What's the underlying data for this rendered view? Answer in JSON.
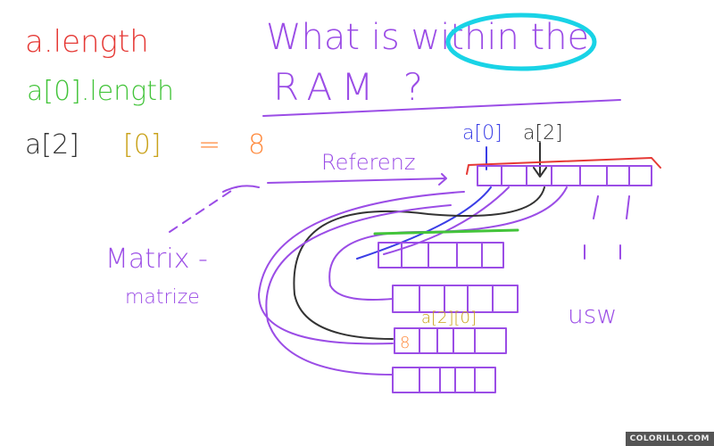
{
  "board": {
    "a_length": "a.length",
    "a0_length": "a[0].length",
    "a2": "a[2]",
    "idx0": "[0]",
    "equals": "=",
    "value": "8",
    "title_line1": "What is within the",
    "title_line2": "RAM ?",
    "referenz": "Referenz",
    "label_a0": "a[0]",
    "label_a2": "a[2]",
    "matrix": "Matrix -",
    "matrize": "matrize",
    "usw": "usw",
    "label_a20": "a[2][0]",
    "cell_value": "8"
  },
  "colors": {
    "red": "#e53935",
    "green": "#43c43a",
    "black": "#333333",
    "gold": "#c9a21a",
    "orange": "#ff8a3d",
    "purple": "#9b4de6",
    "blue": "#3a3ee6",
    "cyan": "#19d3e6"
  },
  "watermark": "COLORILLO.COM"
}
